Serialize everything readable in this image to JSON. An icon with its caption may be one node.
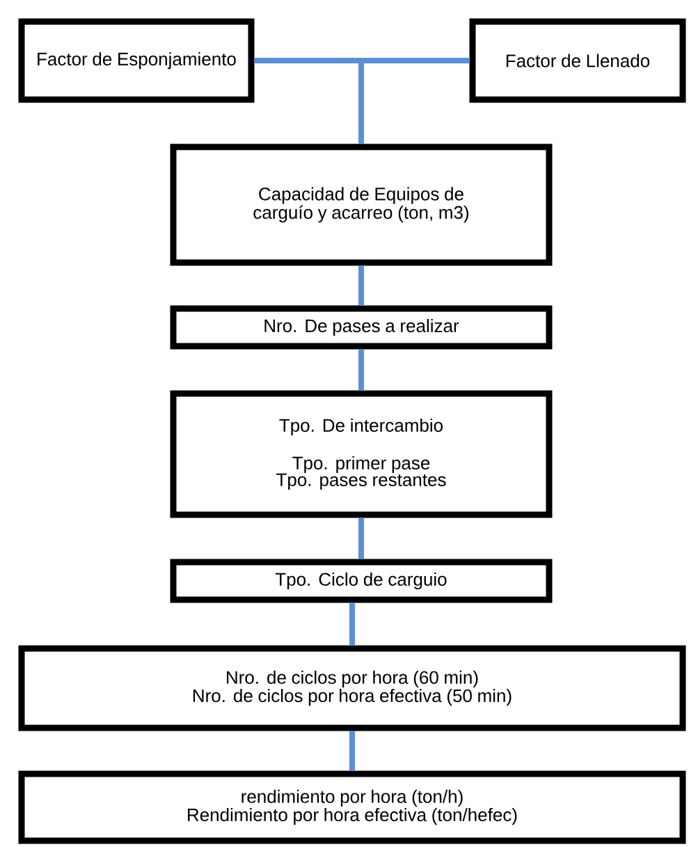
{
  "diagram": {
    "nodes": [
      {
        "text": [
          "Factor de Esponjamiento"
        ]
      },
      {
        "text": [
          "Factor de Llenado"
        ]
      },
      {
        "text": [
          "Capacidad de Equipos de carguío y acarreo (ton, m3)"
        ]
      },
      {
        "text": [
          "Nro. De pases a realizar"
        ]
      },
      {
        "text": [
          "Tpo. De intercambio",
          "Tpo. primer pase",
          "Tpo. pases restantes"
        ]
      },
      {
        "text": [
          "Tpo. Ciclo de carguio"
        ]
      },
      {
        "text": [
          "Nro. de ciclos por hora (60 min)",
          "Nro. de ciclos por hora efectiva (50 min)"
        ]
      },
      {
        "text": [
          "rendimiento por hora (ton/h)",
          "Rendimiento por hora efectiva (ton/hefec)"
        ]
      }
    ],
    "edges": [
      {
        "from": 0,
        "to": 2,
        "arrow": "none"
      },
      {
        "from": 1,
        "to": 2,
        "arrow": "none"
      },
      {
        "from": 2,
        "to": 3,
        "arrow": "none"
      },
      {
        "from": 3,
        "to": 4,
        "arrow": "none"
      },
      {
        "from": 4,
        "to": 5,
        "arrow": "none"
      },
      {
        "from": 5,
        "to": 6,
        "arrow": "none"
      },
      {
        "from": 6,
        "to": 7,
        "arrow": "none"
      }
    ]
  }
}
